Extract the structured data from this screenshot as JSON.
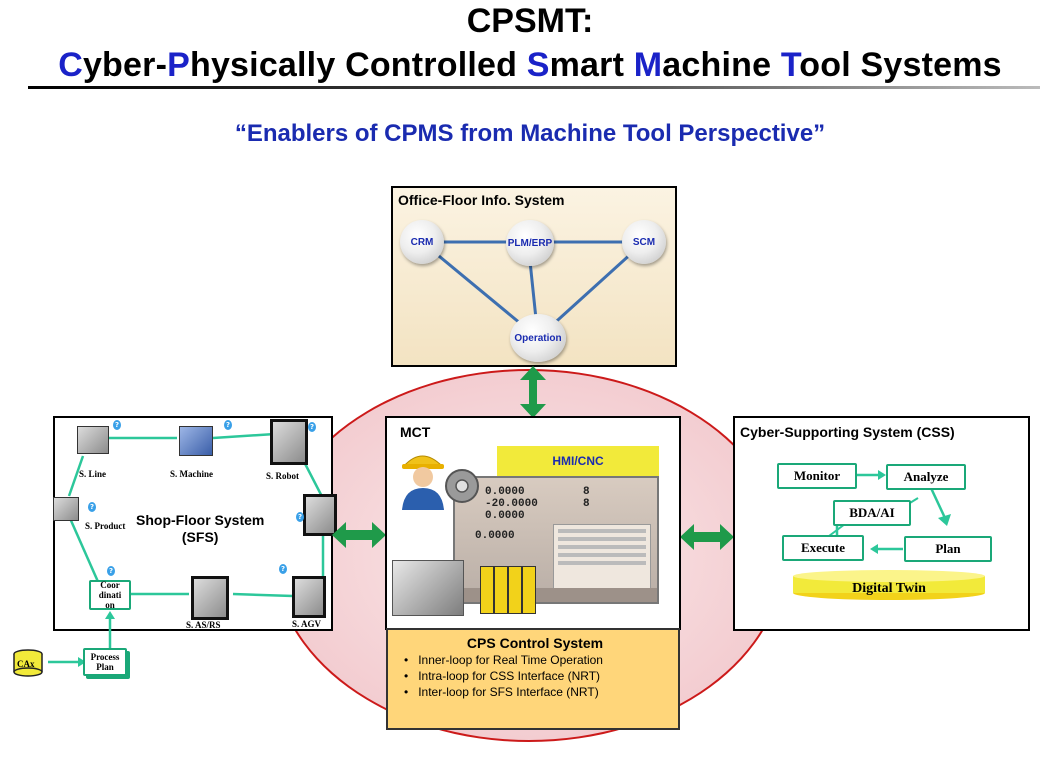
{
  "header": {
    "title": "CPSMT:",
    "subtitle_parts": [
      {
        "text": "C",
        "hl": true
      },
      {
        "text": "yber-",
        "hl": false
      },
      {
        "text": "P",
        "hl": true
      },
      {
        "text": "hysically Controlled ",
        "hl": false
      },
      {
        "text": "S",
        "hl": true
      },
      {
        "text": "mart ",
        "hl": false
      },
      {
        "text": "M",
        "hl": true
      },
      {
        "text": "achine ",
        "hl": false
      },
      {
        "text": "T",
        "hl": true
      },
      {
        "text": "ool Systems",
        "hl": false
      }
    ],
    "tagline": "“Enablers of CPMS from Machine Tool Perspective”"
  },
  "office_floor": {
    "title": "Office-Floor Info. System",
    "nodes": {
      "crm": "CRM",
      "plm": "PLM/ERP",
      "scm": "SCM",
      "operation": "Operation"
    }
  },
  "shop_floor": {
    "title_line1": "Shop-Floor System",
    "title_line2": "(SFS)",
    "labels": {
      "line": "S. Line",
      "machine": "S. Machine",
      "robot": "S. Robot",
      "product": "S. Product",
      "asrs": "S. AS/RS",
      "agv": "S. AGV",
      "coordination": "Coor\ndinati\non",
      "process_plan": "Process\nPlan",
      "cax": "CAx"
    }
  },
  "mct": {
    "title": "MCT",
    "hmi": "HMI/CNC",
    "screen_values": [
      "0.0000",
      "-20.0000",
      "0.0000",
      "0.0000",
      "8",
      "8"
    ]
  },
  "cps": {
    "title": "CPS Control System",
    "items": [
      "Inner-loop for Real Time Operation",
      "Intra-loop for CSS Interface (NRT)",
      "Inter-loop for SFS Interface (NRT)"
    ]
  },
  "css": {
    "title": "Cyber-Supporting System (CSS)",
    "monitor": "Monitor",
    "analyze": "Analyze",
    "bda": "BDA/AI",
    "execute": "Execute",
    "plan": "Plan",
    "twin": "Digital Twin"
  },
  "colors": {
    "accent_blue": "#1a22c8",
    "teal": "#1aa878",
    "arrow_green": "#1f9a4a",
    "ellipse_red": "#cc1a1a",
    "cps_fill": "#ffd67a",
    "hmi_yellow": "#f2ea3a"
  }
}
